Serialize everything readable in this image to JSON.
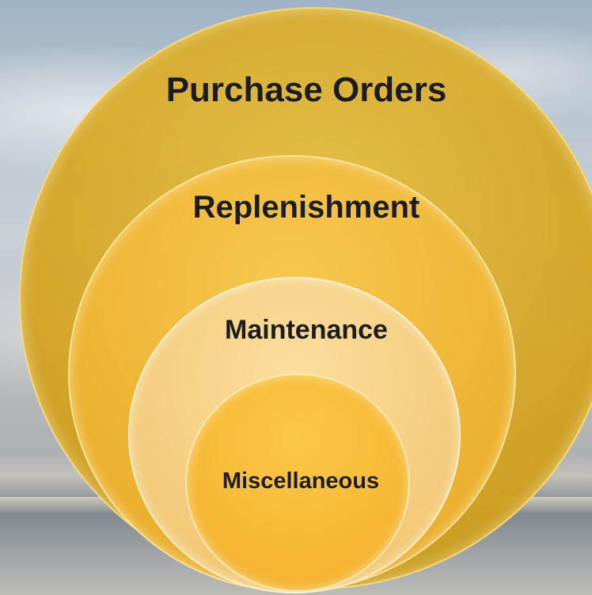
{
  "diagram": {
    "type": "nested-circles",
    "levels": [
      {
        "label": "Purchase Orders",
        "color": "#d4a42c"
      },
      {
        "label": "Replenishment",
        "color": "#edb540"
      },
      {
        "label": "Maintenance",
        "color": "#f6d190"
      },
      {
        "label": "Miscellaneous",
        "color": "#f7b944"
      }
    ]
  }
}
